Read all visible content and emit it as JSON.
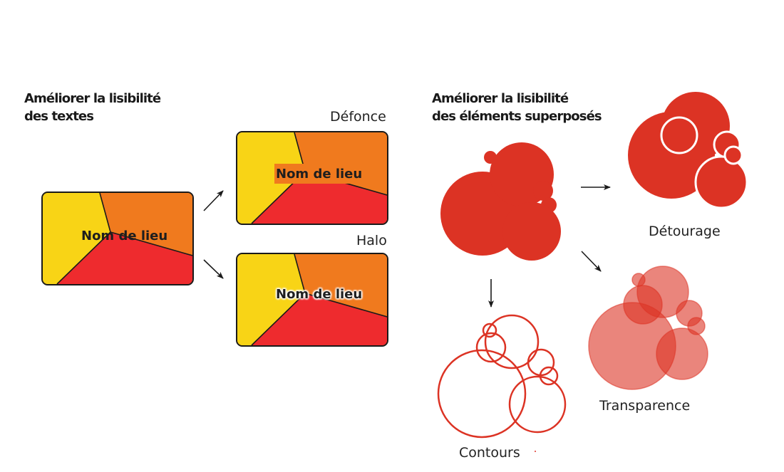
{
  "left_section": {
    "heading_line1": "Améliorer la lisibilité",
    "heading_line2": "des textes",
    "place_label": "Nom de lieu",
    "methods": [
      {
        "name": "Défonce"
      },
      {
        "name": "Halo"
      }
    ]
  },
  "right_section": {
    "heading_line1": "Améliorer la lisibilité",
    "heading_line2": "des éléments superposés",
    "methods": [
      {
        "name": "Détourage"
      },
      {
        "name": "Contours"
      },
      {
        "name": "Transparence"
      }
    ]
  },
  "colors": {
    "yellow_zone": "#f8d416",
    "orange_zone": "#f07a1e",
    "red_zone": "#ee2b2e",
    "symbol_red": "#dc3324",
    "outline": "#1a1a1a"
  }
}
